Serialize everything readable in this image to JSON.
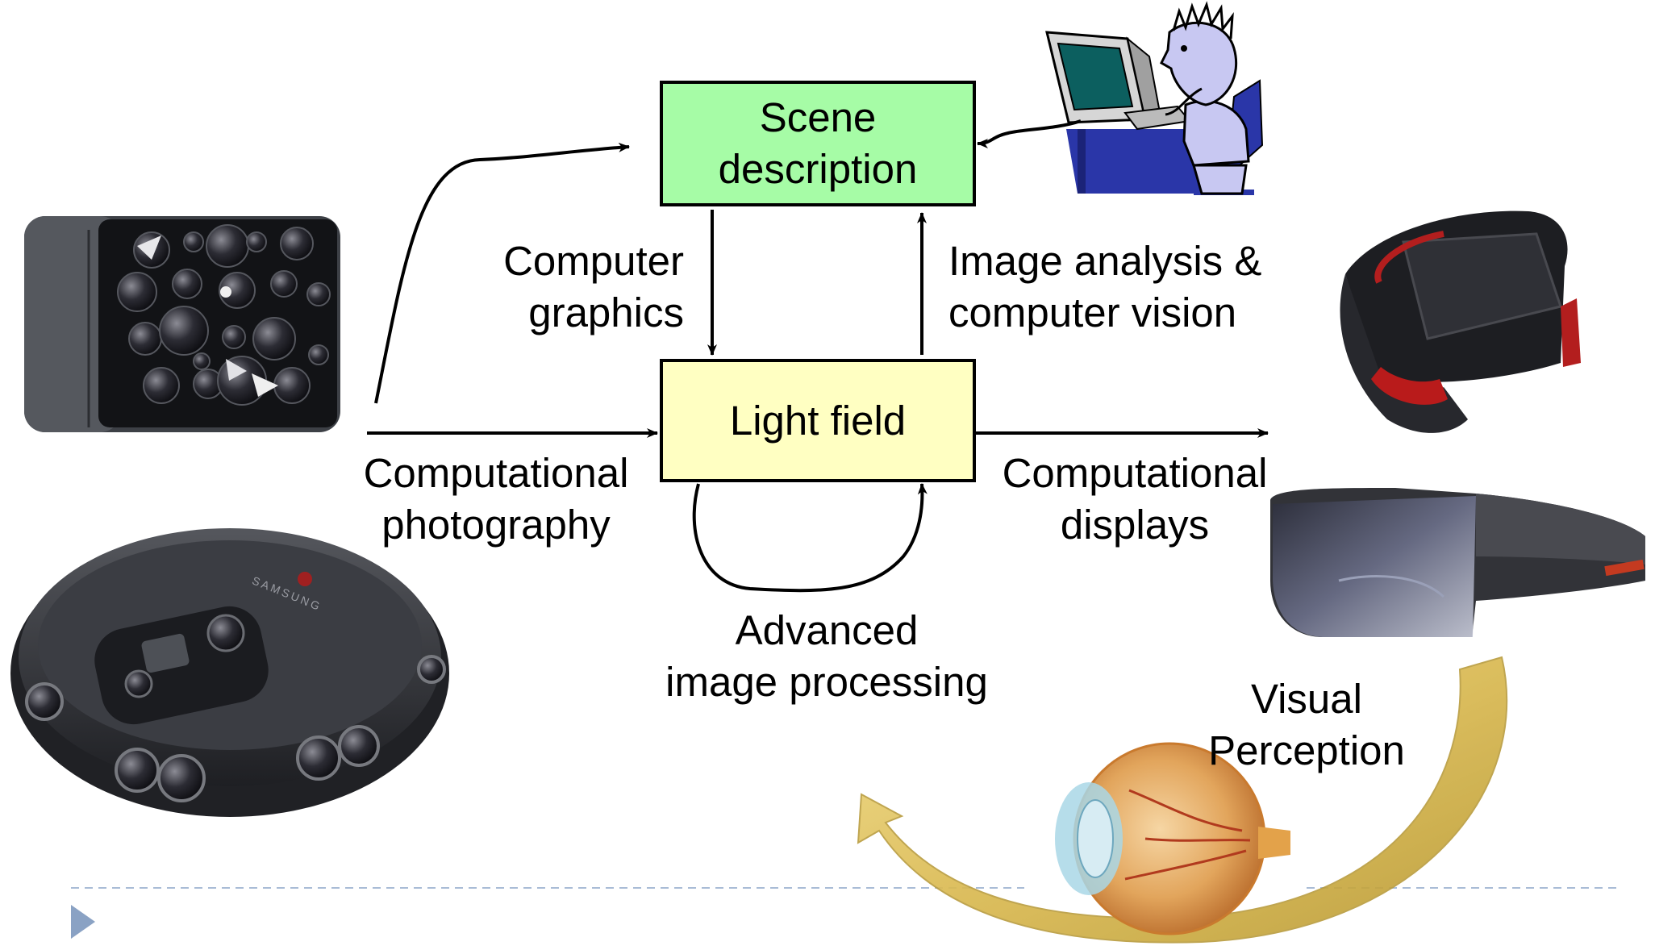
{
  "scene_box": {
    "line1": "Scene",
    "line2": "description",
    "fill": "#a6fca6"
  },
  "light_box": {
    "label": "Light field",
    "fill": "#ffffc2"
  },
  "labels": {
    "computer_graphics": [
      "Computer",
      "graphics"
    ],
    "image_analysis": [
      "Image analysis &",
      "computer vision"
    ],
    "comp_photography": [
      "Computational",
      "photography"
    ],
    "comp_displays": [
      "Computational",
      "displays"
    ],
    "adv_processing": [
      "Advanced",
      "image processing"
    ],
    "visual_perception": [
      "Visual",
      "Perception"
    ]
  },
  "pictures": {
    "light_camera": "multi-lens-camera",
    "vr360_camera": "samsung-360-camera",
    "user_at_computer": "person-at-computer-cartoon",
    "vr_headset": "vr-headset",
    "ar_headset": "ar-headset",
    "eye": "human-eye-anatomy"
  },
  "camera_brand_text": "SAMSUNG",
  "colors": {
    "perception_arrow": "#e2c35a",
    "slide_rule": "#a9bcd6",
    "bullet": "#8aa2c4"
  }
}
